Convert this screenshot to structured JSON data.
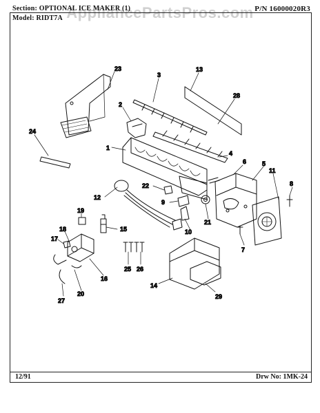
{
  "header": {
    "section": "Section: OPTIONAL ICE MAKER (1)",
    "model": "Model: RIDT7A",
    "part_number": "P/N 16000020R3"
  },
  "watermark": "AppliancePartsPros.com",
  "footer": {
    "date": "12/91",
    "drawing_number": "Drw No: 1MK-24"
  },
  "callouts": {
    "c1": "1",
    "c2": "2",
    "c3": "3",
    "c4": "4",
    "c5": "5",
    "c6": "6",
    "c7": "7",
    "c8": "8",
    "c9": "9",
    "c10": "10",
    "c11": "11",
    "c12": "12",
    "c13": "13",
    "c14": "14",
    "c15": "15",
    "c16": "16",
    "c17": "17",
    "c18": "18",
    "c19": "19",
    "c20": "20",
    "c21": "21",
    "c22": "22",
    "c23": "23",
    "c24": "24",
    "c25": "25",
    "c26": "26",
    "c27": "27",
    "c28": "28",
    "c29": "29"
  },
  "colors": {
    "ink": "#111111",
    "watermark": "#969696"
  }
}
